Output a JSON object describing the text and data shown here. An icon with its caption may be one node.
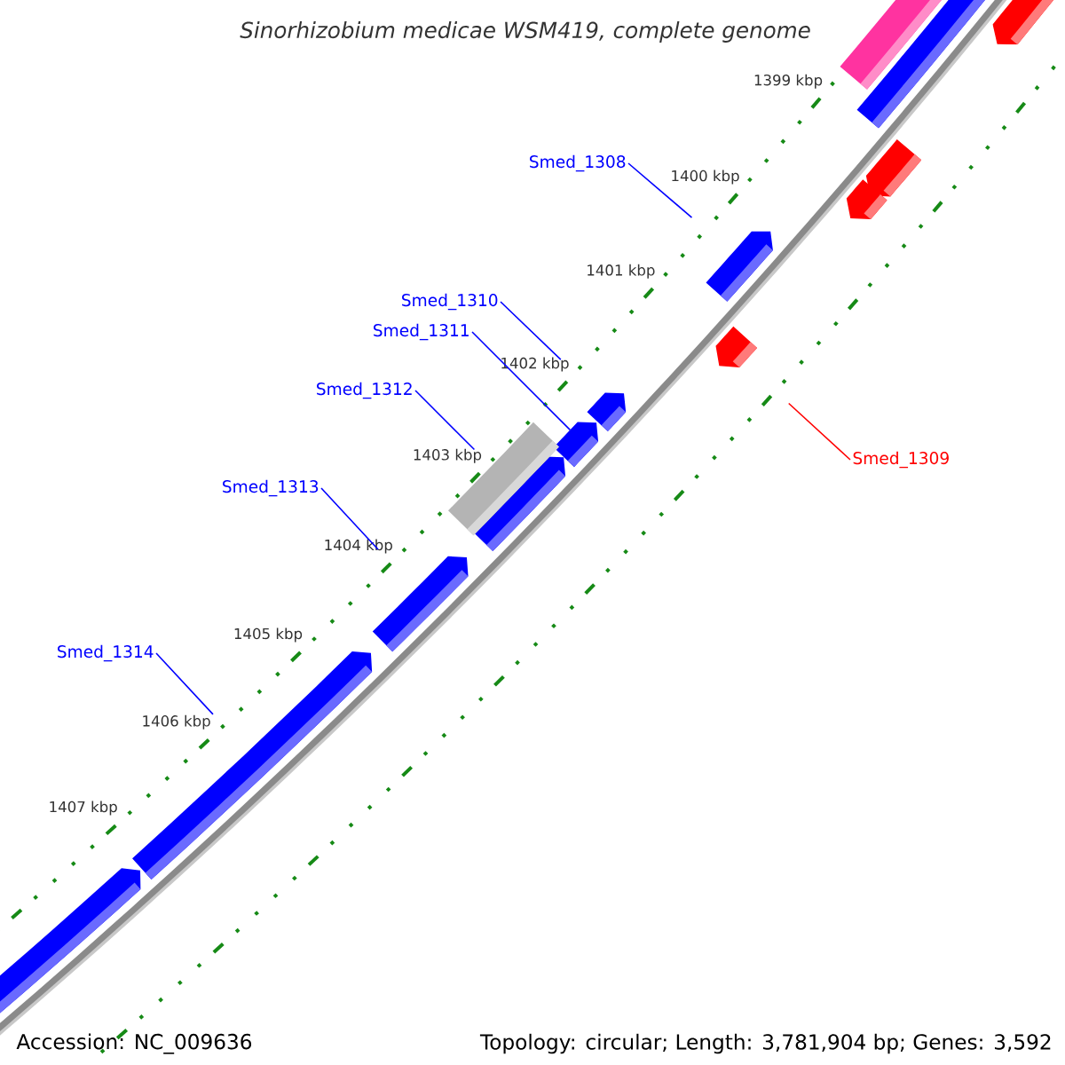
{
  "diagram": {
    "title": "Sinorhizobium medicae WSM419, complete genome",
    "nodes": [
      {
        "text": [],
        "shape": "pentagon"
      },
      {
        "text": [],
        "shape": "bar"
      },
      {
        "text": [],
        "shape": "pentagon"
      },
      {
        "text": [],
        "shape": "pentagon"
      },
      {
        "text": [],
        "shape": "pentagon"
      },
      {
        "text": [
          "Smed_1308"
        ]
      },
      {
        "text": [],
        "shape": "pentagon"
      },
      {
        "text": [],
        "shape": "pentagon"
      },
      {
        "text": [
          "Smed_1310"
        ]
      },
      {
        "text": [
          "Smed_1311"
        ]
      },
      {
        "text": [],
        "shape": "pentagon"
      },
      {
        "text": [],
        "shape": "pentagon"
      },
      {
        "text": [
          "Smed_1312"
        ]
      },
      {
        "text": [],
        "shape": "bar"
      },
      {
        "text": [],
        "shape": "pentagon"
      },
      {
        "text": [
          "Smed_1309"
        ]
      },
      {
        "text": [
          "Smed_1313"
        ]
      },
      {
        "text": [],
        "shape": "pentagon"
      },
      {
        "text": [
          "Smed_1314"
        ]
      },
      {
        "text": [],
        "shape": "pentagon"
      },
      {
        "text": [],
        "shape": "pentagon"
      }
    ],
    "edges": [
      {
        "from": 5,
        "to": 6,
        "arrow": "none"
      },
      {
        "from": 15,
        "to": 7,
        "arrow": "none",
        "color": "#ff0000"
      },
      {
        "from": 8,
        "to": 10,
        "arrow": "none"
      },
      {
        "from": 9,
        "to": 11,
        "arrow": "none"
      },
      {
        "from": 12,
        "to": 13,
        "arrow": "none"
      },
      {
        "from": 16,
        "to": 17,
        "arrow": "none"
      },
      {
        "from": 18,
        "to": 19,
        "arrow": "none"
      }
    ],
    "labels": [
      "1399 kbp",
      "1400 kbp",
      "1401 kbp",
      "1402 kbp",
      "1403 kbp",
      "1404 kbp",
      "1405 kbp",
      "1406 kbp",
      "1407 kbp",
      "Accession: NC_009636",
      "Topology: circular; Length: 3,781,904 bp; Genes: 3,592"
    ]
  }
}
